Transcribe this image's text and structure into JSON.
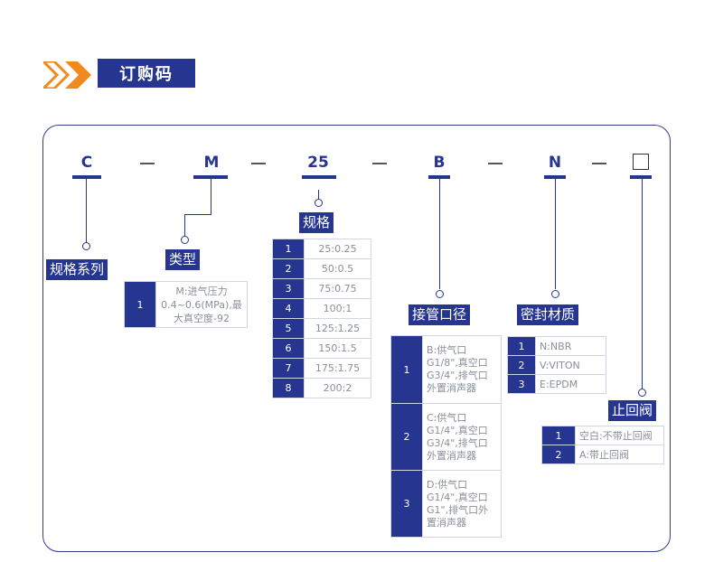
{
  "header": {
    "title": "订购码"
  },
  "codes": {
    "c1": "C",
    "c2": "M",
    "c3": "25",
    "c4": "B",
    "c5": "N"
  },
  "labels": {
    "series": "规格系列",
    "type": "类型",
    "spec": "规格",
    "port": "接管口径",
    "seal": "密封材质",
    "check": "止回阀"
  },
  "type_table": [
    {
      "n": "1",
      "v": "M:进气压力0.4~0.6(MPa),最大真空度-92"
    }
  ],
  "spec_table": [
    {
      "n": "1",
      "v": "25:0.25"
    },
    {
      "n": "2",
      "v": "50:0.5"
    },
    {
      "n": "3",
      "v": "75:0.75"
    },
    {
      "n": "4",
      "v": "100:1"
    },
    {
      "n": "5",
      "v": "125:1.25"
    },
    {
      "n": "6",
      "v": "150:1.5"
    },
    {
      "n": "7",
      "v": "175:1.75"
    },
    {
      "n": "8",
      "v": "200:2"
    }
  ],
  "port_table": [
    {
      "n": "1",
      "v": "B:供气口G1/8\",真空口G3/4\",排气口外置消声器"
    },
    {
      "n": "2",
      "v": "C:供气口G1/4\",真空口G3/4\",排气口外置消声器"
    },
    {
      "n": "3",
      "v": "D:供气口G1/4\",真空口G1\",排气口外置消声器"
    }
  ],
  "seal_table": [
    {
      "n": "1",
      "v": "N:NBR"
    },
    {
      "n": "2",
      "v": "V:VITON"
    },
    {
      "n": "3",
      "v": "E:EPDM"
    }
  ],
  "check_table": [
    {
      "n": "1",
      "v": "空白:不带止回阀"
    },
    {
      "n": "2",
      "v": "A:带止回阀"
    }
  ]
}
